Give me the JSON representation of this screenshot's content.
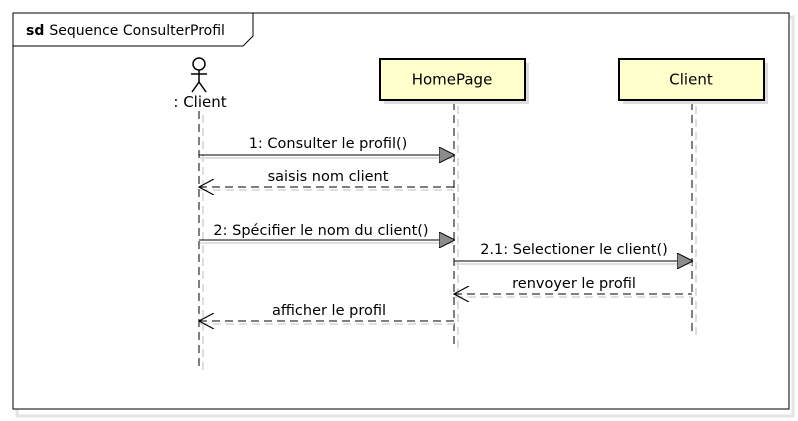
{
  "frame": {
    "keyword": "sd",
    "name": "Sequence ConsulterProfil"
  },
  "lifelines": {
    "actor": {
      "label": ": Client"
    },
    "homepage": {
      "label": "HomePage"
    },
    "client": {
      "label": "Client"
    }
  },
  "messages": [
    {
      "label": "1: Consulter le profil()",
      "kind": "sync"
    },
    {
      "label": "saisis nom client",
      "kind": "reply"
    },
    {
      "label": "2: Spécifier le nom du client()",
      "kind": "sync"
    },
    {
      "label": "2.1: Selectioner le client()",
      "kind": "sync"
    },
    {
      "label": "renvoyer le profil",
      "kind": "reply"
    },
    {
      "label": "afficher le profil",
      "kind": "reply"
    }
  ],
  "colors": {
    "box_fill": "#ffffcc",
    "line": "#000000",
    "shadow": "#dddddd",
    "arrow_fill": "#8c8c8c"
  }
}
